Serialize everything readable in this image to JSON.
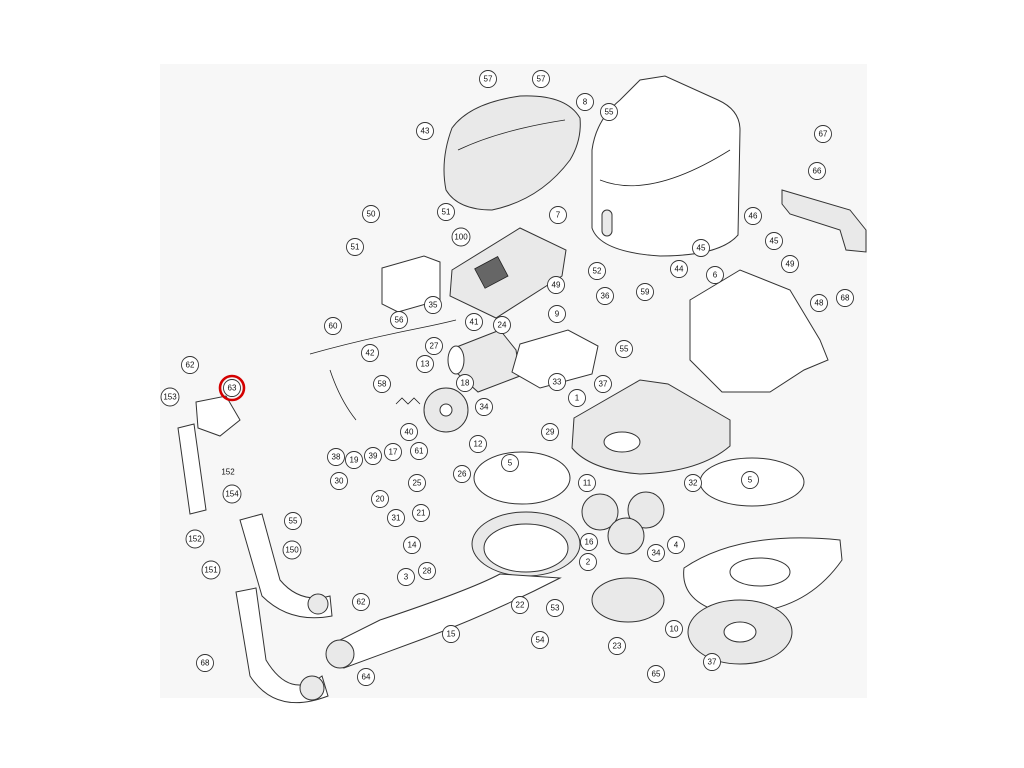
{
  "diagram": {
    "highlight_color": "#d40000",
    "highlighted_callout": "63",
    "callouts": [
      "57",
      "57",
      "8",
      "55",
      "7",
      "67",
      "66",
      "43",
      "50",
      "51",
      "51",
      "100",
      "46",
      "45",
      "45",
      "44",
      "6",
      "49",
      "48",
      "68",
      "49",
      "52",
      "36",
      "35",
      "56",
      "59",
      "60",
      "41",
      "24",
      "9",
      "42",
      "55",
      "62",
      "63",
      "27",
      "13",
      "18",
      "37",
      "153",
      "58",
      "33",
      "1",
      "34",
      "40",
      "29",
      "38",
      "19",
      "39",
      "61",
      "12",
      "5",
      "17",
      "25",
      "26",
      "152",
      "154",
      "30",
      "20",
      "21",
      "31",
      "11",
      "32",
      "5",
      "55",
      "150",
      "14",
      "16",
      "34",
      "4",
      "28",
      "151",
      "3",
      "2",
      "22",
      "53",
      "62",
      "15",
      "54",
      "10",
      "68",
      "23",
      "37",
      "64",
      "65"
    ],
    "plain_labels": [
      "152"
    ]
  }
}
